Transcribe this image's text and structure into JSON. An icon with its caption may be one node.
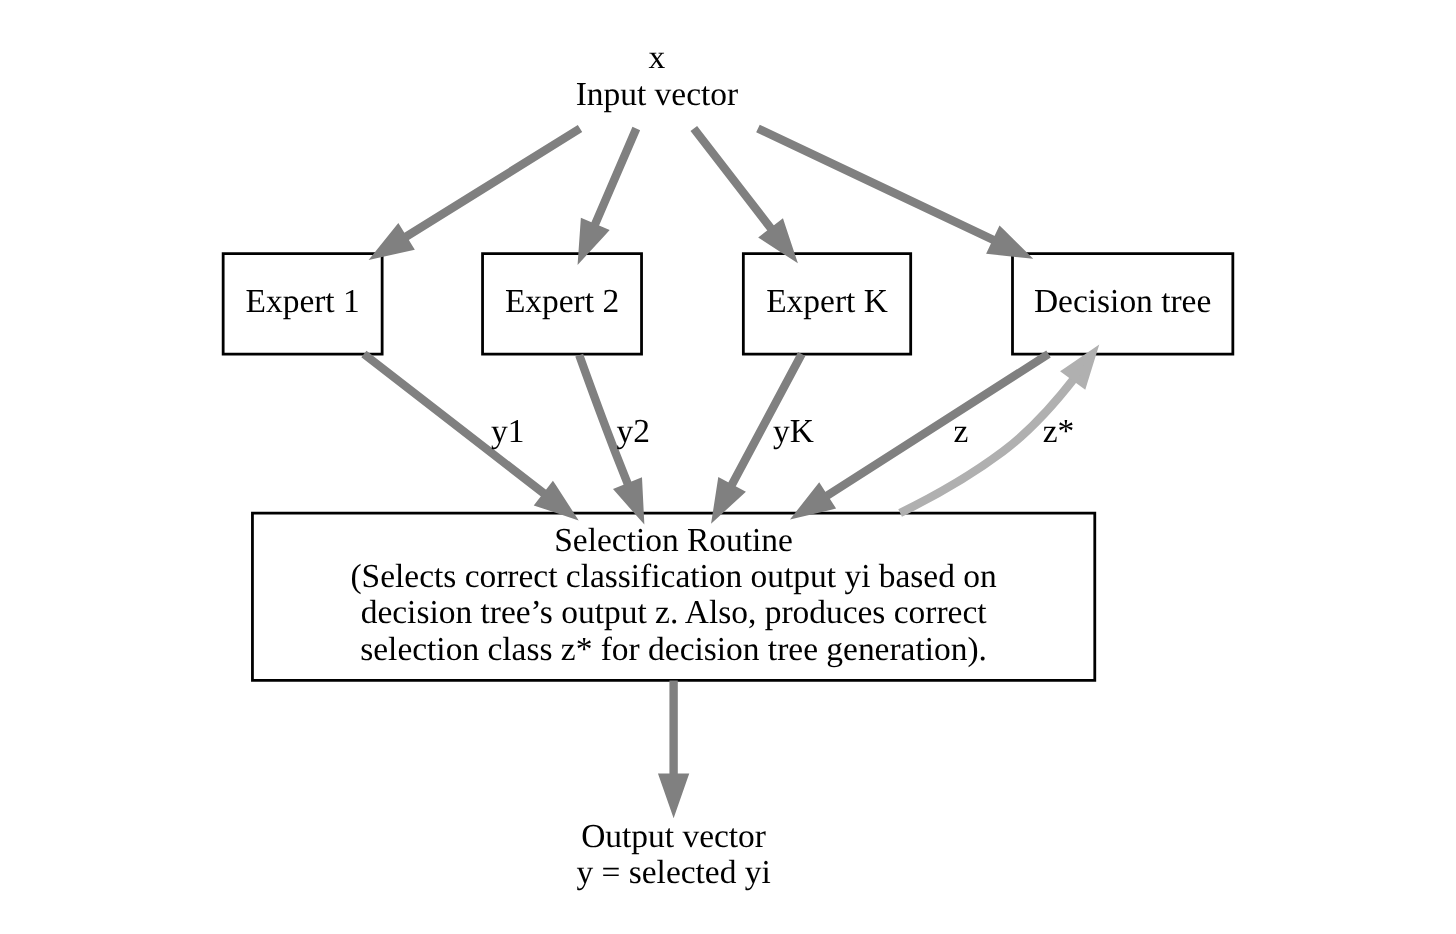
{
  "diagram": {
    "nodes": [
      {
        "text": [
          "Expert 1"
        ]
      },
      {
        "text": [
          "Expert 2"
        ]
      },
      {
        "text": [
          "Expert K"
        ]
      },
      {
        "text": [
          "Decision tree"
        ]
      },
      {
        "text": [
          "Selection Routine",
          "(Selects correct classification output yi based on decision tree’s output z. Also, produces correct selection class z* for decision tree generation)."
        ]
      },
      {
        "text": [
          "x",
          "Input vector"
        ]
      },
      {
        "text": [
          "Output vector",
          "y = selected yi"
        ]
      }
    ],
    "edges": [
      {
        "from": 5,
        "to": 0,
        "arrow": "to"
      },
      {
        "from": 5,
        "to": 1,
        "arrow": "to"
      },
      {
        "from": 5,
        "to": 2,
        "arrow": "to"
      },
      {
        "from": 5,
        "to": 3,
        "arrow": "to"
      },
      {
        "from": 0,
        "to": 4,
        "arrow": "to",
        "label": "y1"
      },
      {
        "from": 1,
        "to": 4,
        "arrow": "to",
        "label": "y2"
      },
      {
        "from": 2,
        "to": 4,
        "arrow": "to",
        "label": "yK"
      },
      {
        "from": 4,
        "to": 3,
        "arrow": "to",
        "label": "z*",
        "color": "#b0b0b0"
      },
      {
        "from": 3,
        "to": 4,
        "arrow": "to",
        "label": "z"
      },
      {
        "from": 4,
        "to": 6,
        "arrow": "to"
      }
    ]
  }
}
